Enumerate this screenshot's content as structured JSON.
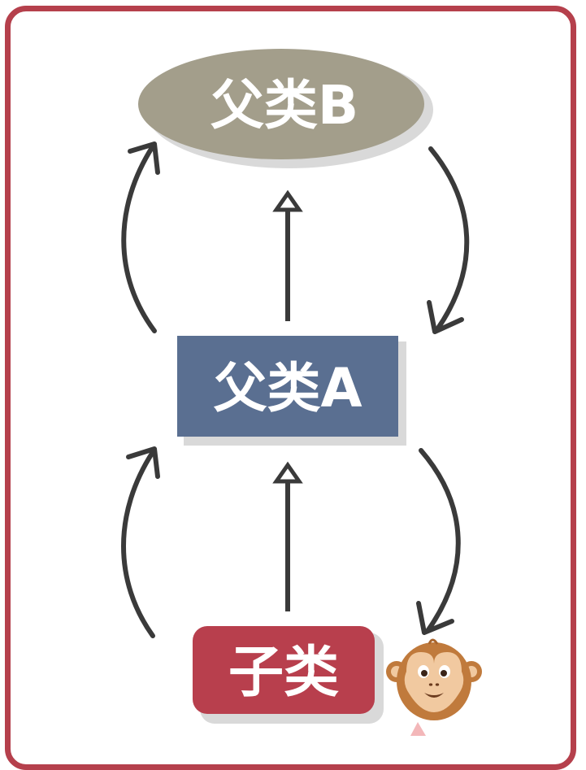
{
  "nodes": {
    "parent_b": {
      "label": "父类B"
    },
    "parent_a": {
      "label": "父类A"
    },
    "child": {
      "label": "子类"
    }
  },
  "colors": {
    "frame_border": "#b5404c",
    "parent_b_fill": "#a39e8b",
    "parent_a_fill": "#5a6f91",
    "child_fill": "#b83f4d",
    "arrow_stroke": "#3a3a3a",
    "shadow": "#d9d9d9"
  },
  "icons": {
    "mascot": "monkey-face-icon"
  }
}
